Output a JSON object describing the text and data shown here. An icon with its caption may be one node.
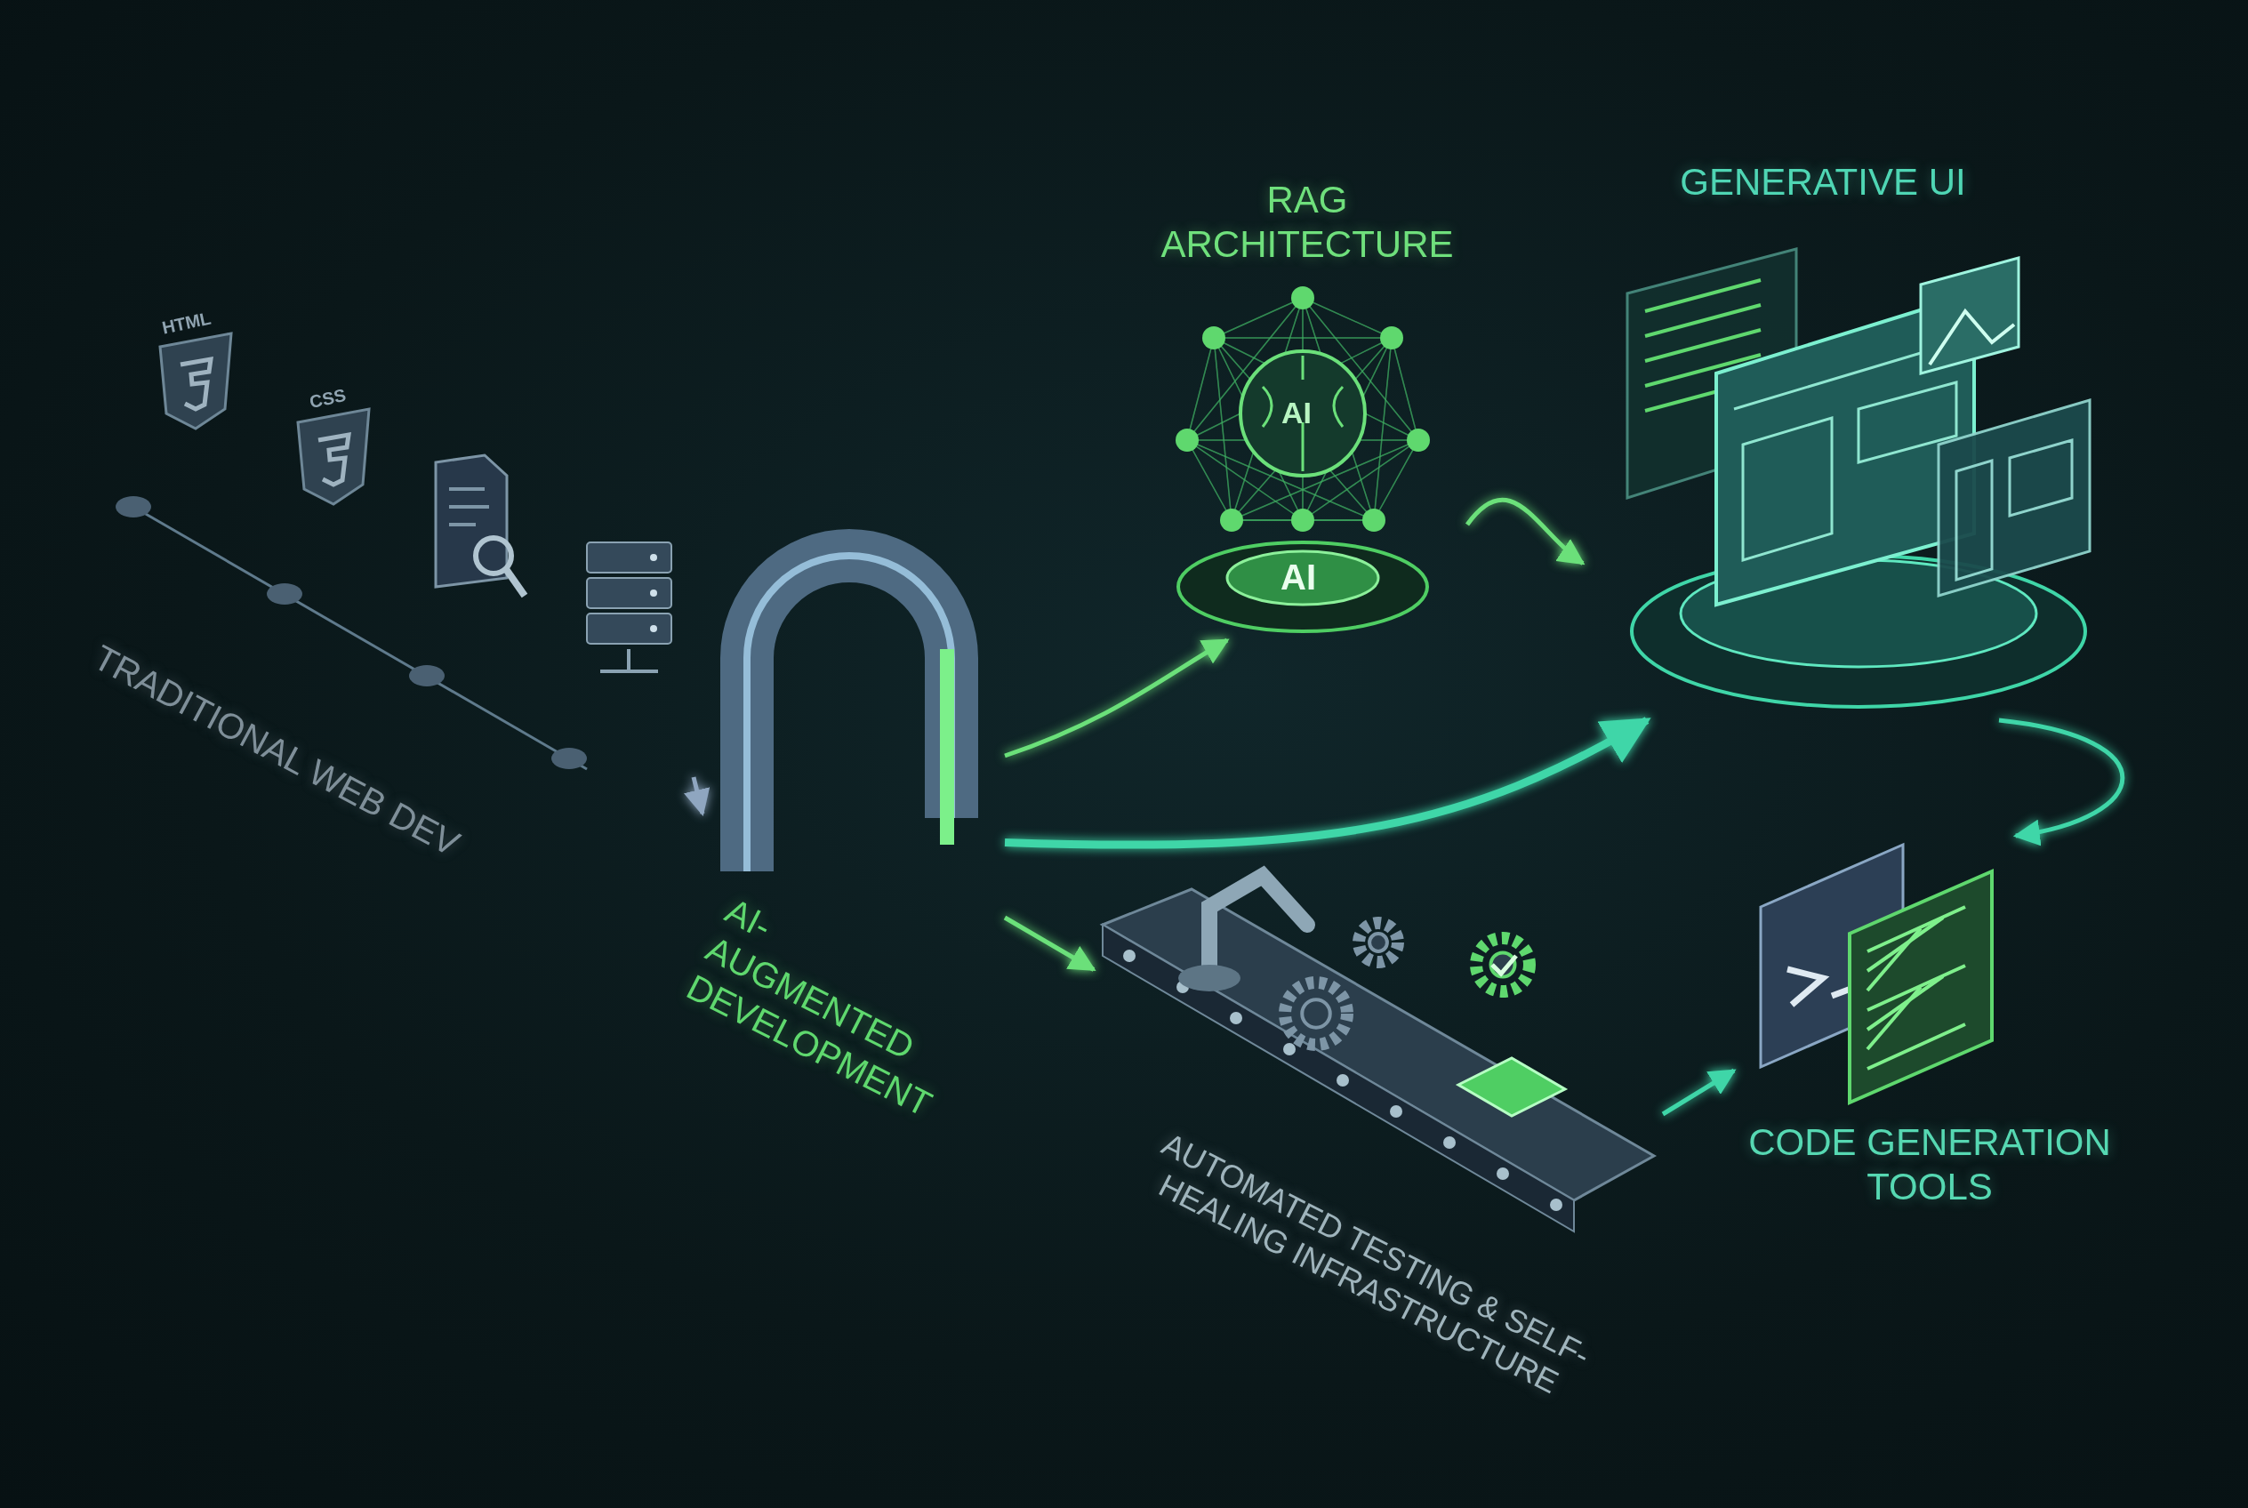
{
  "diagram": {
    "nodes": [
      {
        "text": [
          "TRADITIONAL WEB DEV"
        ]
      },
      {
        "text": [
          "AI-AUGMENTED DEVELOPMENT"
        ]
      },
      {
        "text": [
          "RAG ARCHITECTURE"
        ]
      },
      {
        "text": [
          "GENERATIVE UI"
        ]
      },
      {
        "text": [
          "AUTOMATED TESTING & SELF-HEALING INFRASTRUCTURE"
        ]
      },
      {
        "text": [
          "CODE GENERATION TOOLS"
        ]
      }
    ],
    "edges": [
      {
        "from": 0,
        "to": 1,
        "arrow": "to",
        "color": "#8fa6c0"
      },
      {
        "from": 1,
        "to": 2,
        "arrow": "to"
      },
      {
        "from": 2,
        "to": 3,
        "arrow": "to"
      },
      {
        "from": 1,
        "to": 3,
        "arrow": "to",
        "style": "thick",
        "color": "#3fd6a8"
      },
      {
        "from": 1,
        "to": 4,
        "arrow": "to"
      },
      {
        "from": 3,
        "to": 5,
        "arrow": "to",
        "color": "#3fd6a8"
      },
      {
        "from": 4,
        "to": 5,
        "arrow": "to",
        "color": "#3fd6a8"
      }
    ],
    "labels": [
      "HTML",
      "CSS",
      "AI",
      "AI"
    ]
  }
}
